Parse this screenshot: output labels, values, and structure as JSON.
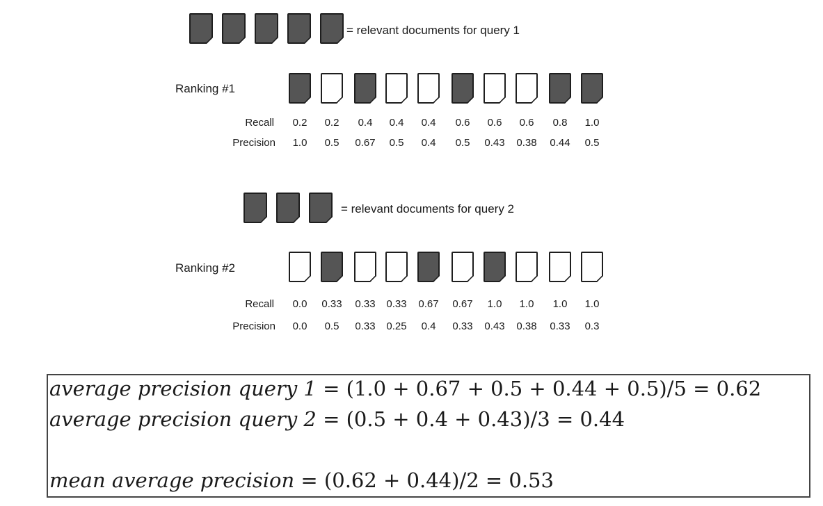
{
  "legend1": {
    "relevant_count": 5,
    "text": "= relevant documents for query 1"
  },
  "ranking1": {
    "label": "Ranking #1",
    "relevant": [
      true,
      false,
      true,
      false,
      false,
      true,
      false,
      false,
      true,
      true
    ],
    "recall_label": "Recall",
    "precision_label": "Precision",
    "recall": [
      "0.2",
      "0.2",
      "0.4",
      "0.4",
      "0.4",
      "0.6",
      "0.6",
      "0.6",
      "0.8",
      "1.0"
    ],
    "precision": [
      "1.0",
      "0.5",
      "0.67",
      "0.5",
      "0.4",
      "0.5",
      "0.43",
      "0.38",
      "0.44",
      "0.5"
    ]
  },
  "legend2": {
    "relevant_count": 3,
    "text": "= relevant documents for query 2"
  },
  "ranking2": {
    "label": "Ranking #2",
    "relevant": [
      false,
      true,
      false,
      false,
      true,
      false,
      true,
      false,
      false,
      false
    ],
    "recall_label": "Recall",
    "precision_label": "Precision",
    "recall": [
      "0.0",
      "0.33",
      "0.33",
      "0.33",
      "0.67",
      "0.67",
      "1.0",
      "1.0",
      "1.0",
      "1.0"
    ],
    "precision": [
      "0.0",
      "0.5",
      "0.33",
      "0.25",
      "0.4",
      "0.33",
      "0.43",
      "0.38",
      "0.33",
      "0.3"
    ]
  },
  "formulas": {
    "ap1_label": "average precision query 1",
    "ap1_expr": " = (1.0 + 0.67 + 0.5 + 0.44 + 0.5)/5 = 0.62",
    "ap2_label": "average precision query 2",
    "ap2_expr": " = (0.5 + 0.4 + 0.43)/3 = 0.44",
    "map_label": "mean average precision",
    "map_expr": " = (0.62 + 0.44)/2 = 0.53"
  },
  "colors": {
    "relevant_fill": "#555555",
    "outline": "#1e1e1e",
    "background": "#ffffff"
  }
}
